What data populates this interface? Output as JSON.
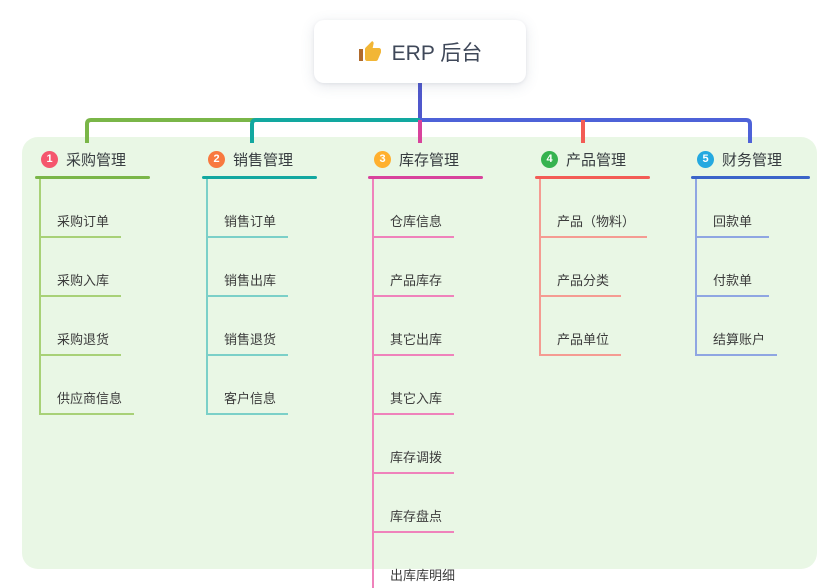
{
  "root": {
    "icon": "thumbs-up",
    "title": "ERP 后台"
  },
  "branches": [
    {
      "index": "1",
      "title": "采购管理",
      "color": "#7ab648",
      "light_color": "#a8d177",
      "badge_color": "#f5566d",
      "children": [
        "采购订单",
        "采购入库",
        "采购退货",
        "供应商信息"
      ]
    },
    {
      "index": "2",
      "title": "销售管理",
      "color": "#12a8a0",
      "light_color": "#7bd0c8",
      "badge_color": "#f8793f",
      "children": [
        "销售订单",
        "销售出库",
        "销售退货",
        "客户信息"
      ]
    },
    {
      "index": "3",
      "title": "库存管理",
      "color": "#d8439c",
      "light_color": "#ef82bb",
      "badge_color": "#ffb02e",
      "children": [
        "仓库信息",
        "产品库存",
        "其它出库",
        "其它入库",
        "库存调拨",
        "库存盘点",
        "出库库明细"
      ]
    },
    {
      "index": "4",
      "title": "产品管理",
      "color": "#f35c55",
      "light_color": "#f59b92",
      "badge_color": "#36b34f",
      "children": [
        "产品（物料）",
        "产品分类",
        "产品单位"
      ]
    },
    {
      "index": "5",
      "title": "财务管理",
      "color": "#3b64c9",
      "light_color": "#8fa6e2",
      "badge_color": "#25a9e0",
      "children": [
        "回款单",
        "付款单",
        "结算账户"
      ]
    }
  ],
  "colors": {
    "panel_background": "#e9f7e5",
    "root_connector": "#5058cc",
    "right_connector": "#4e62d8",
    "root_text": "#3f4859",
    "thumb_icon": "#f2b636"
  }
}
